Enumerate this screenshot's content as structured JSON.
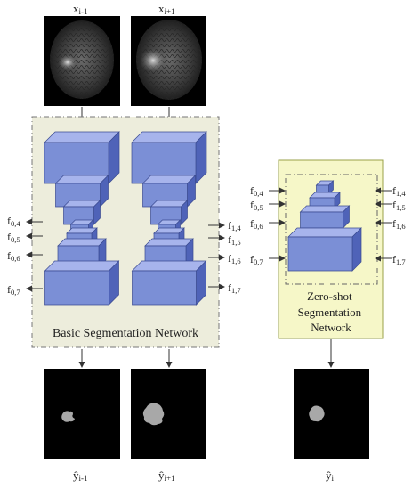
{
  "inputs": {
    "left": {
      "var": "x",
      "sub": "i-1"
    },
    "right": {
      "var": "x",
      "sub": "i+1"
    }
  },
  "basic_network": {
    "title": "Basic Segmentation Network",
    "left_features": [
      {
        "var": "f",
        "sub": "0,4"
      },
      {
        "var": "f",
        "sub": "0,5"
      },
      {
        "var": "f",
        "sub": "0,6"
      },
      {
        "var": "f",
        "sub": "0,7"
      }
    ],
    "right_features": [
      {
        "var": "f",
        "sub": "1,4"
      },
      {
        "var": "f",
        "sub": "1,5"
      },
      {
        "var": "f",
        "sub": "1,6"
      },
      {
        "var": "f",
        "sub": "1,7"
      }
    ]
  },
  "zero_shot_network": {
    "title_lines": [
      "Zero-shot",
      "Segmentation",
      "Network"
    ],
    "left_features": [
      {
        "var": "f",
        "sub": "0,4"
      },
      {
        "var": "f",
        "sub": "0,5"
      },
      {
        "var": "f",
        "sub": "0,6"
      },
      {
        "var": "f",
        "sub": "0,7"
      }
    ],
    "right_features": [
      {
        "var": "f",
        "sub": "1,4"
      },
      {
        "var": "f",
        "sub": "1,5"
      },
      {
        "var": "f",
        "sub": "1,6"
      },
      {
        "var": "f",
        "sub": "1,7"
      }
    ]
  },
  "outputs": {
    "left": {
      "var": "ŷ",
      "sub": "i-1"
    },
    "middle": {
      "var": "ŷ",
      "sub": "i+1"
    },
    "right": {
      "var": "ŷ",
      "sub": "i"
    }
  },
  "colors": {
    "block_front": "#7b8fd6",
    "block_top": "#a7b4ec",
    "block_side": "#4f63b8",
    "block_stroke": "#3a4a90",
    "basic_panel_fill": "#ededdc",
    "zero_panel_fill": "#f6f7c8",
    "zero_panel_stroke": "#9aa048",
    "image_bg": "#000000",
    "mask_fill": "#a8a8a8"
  }
}
